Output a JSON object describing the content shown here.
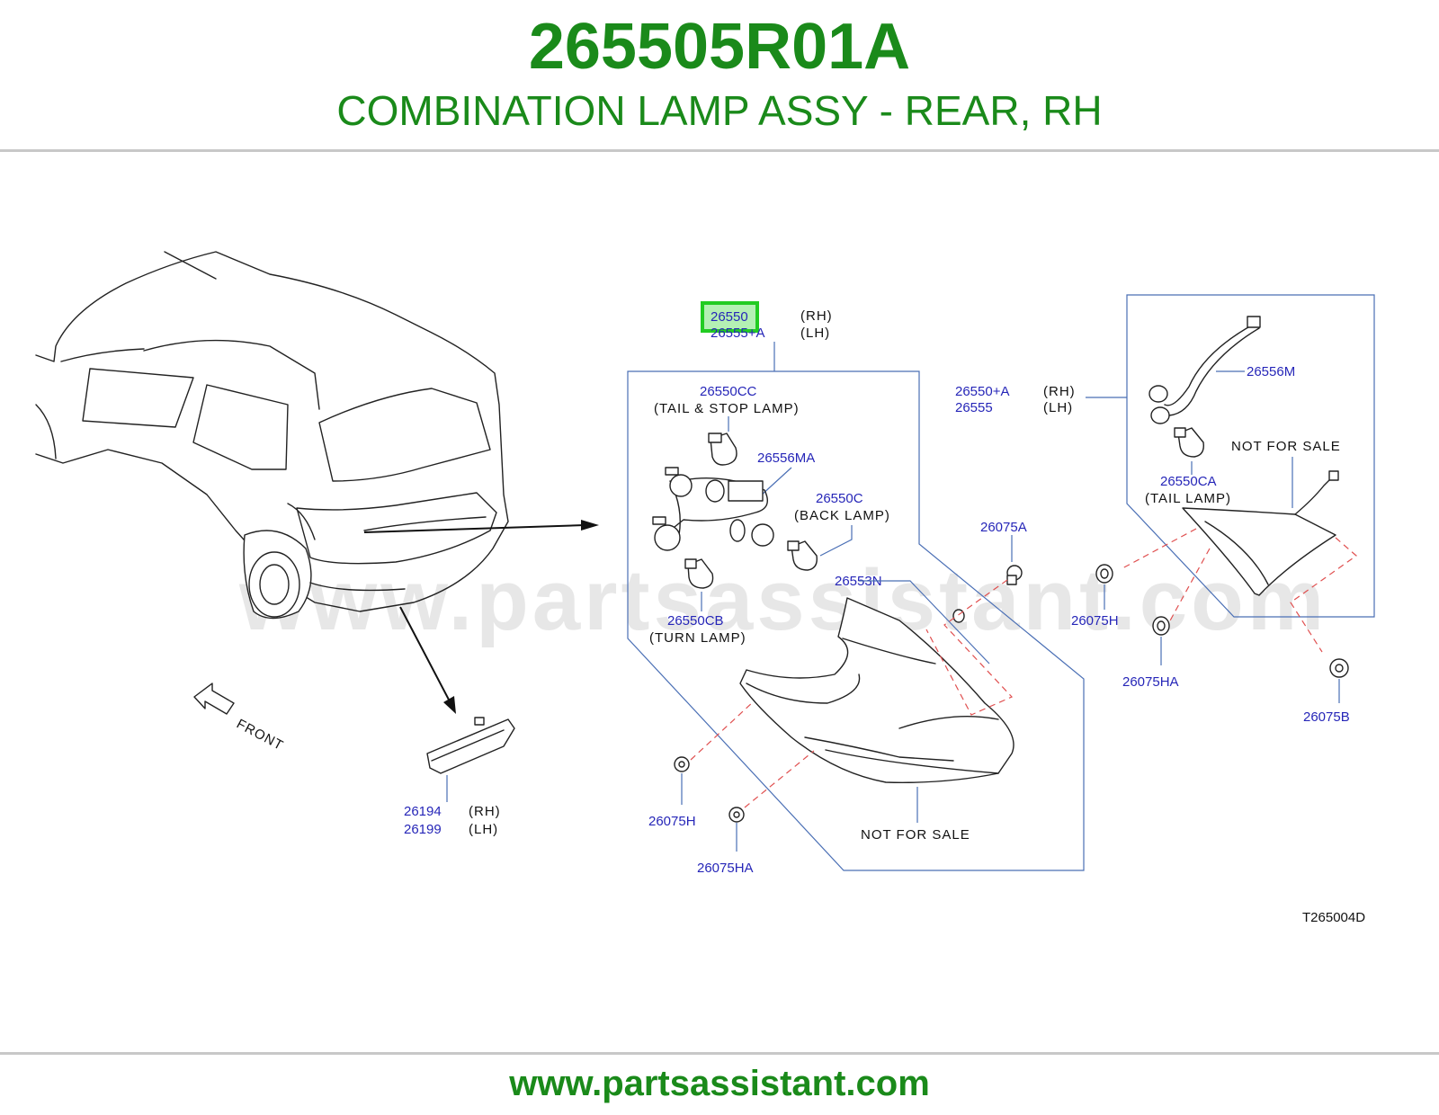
{
  "header": {
    "part_number": "265505R01A",
    "description": "COMBINATION LAMP ASSY - REAR, RH"
  },
  "watermark": "www.partsassistant.com",
  "footer": {
    "url": "www.partsassistant.com"
  },
  "diagram_id": "T265004D",
  "front_label": "FRONT",
  "colors": {
    "brand_green": "#1a8a1a",
    "callout_blue": "#2626b8",
    "highlight": "#22cc22",
    "frame_blue": "#4a6fb5",
    "dash_red": "#e05050"
  },
  "callouts": {
    "main_rh": "26550",
    "main_rh_side": "(RH)",
    "main_lh": "26555+A",
    "main_lh_side": "(LH)",
    "socket_tail_stop": "26550CC",
    "socket_tail_stop_desc": "(TAIL  &  STOP  LAMP)",
    "harness_main": "26556MA",
    "socket_back": "26550C",
    "socket_back_desc": "(BACK  LAMP)",
    "socket_turn": "26550CB",
    "socket_turn_desc": "(TURN  LAMP)",
    "lens_housing": "26553N",
    "nut_a": "26075A",
    "nut_h_left": "26075H",
    "nut_ha_left": "26075HA",
    "not_for_sale_1": "NOT  FOR  SALE",
    "inner_rh": "26550+A",
    "inner_rh_side": "(RH)",
    "inner_lh": "26555",
    "inner_lh_side": "(LH)",
    "harness_inner": "26556M",
    "not_for_sale_2": "NOT  FOR  SALE",
    "socket_tail": "26550CA",
    "socket_tail_desc": "(TAIL  LAMP)",
    "nut_h_right": "26075H",
    "nut_ha_right": "26075HA",
    "nut_b": "26075B",
    "reflector_rh": "26194",
    "reflector_rh_side": "(RH)",
    "reflector_lh": "26199",
    "reflector_lh_side": "(LH)"
  }
}
